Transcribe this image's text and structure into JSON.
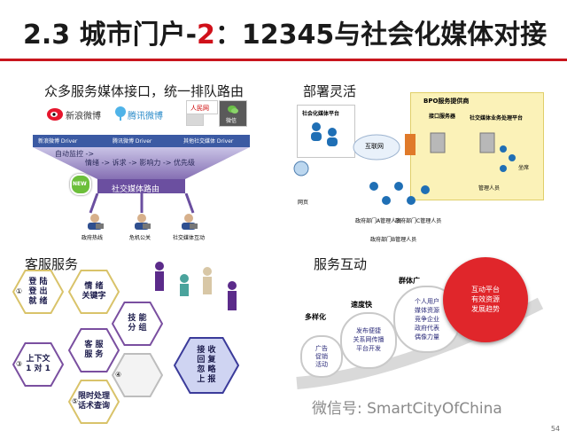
{
  "slide": {
    "title_prefix": "2.3 城市门户-",
    "title_number": "2",
    "title_suffix": "：12345与社会化媒体对接",
    "page_number": "54"
  },
  "panel_interfaces": {
    "heading": "众多服务媒体接口，统一排队路由",
    "logos": {
      "sina": "新浪微博",
      "tencent": "腾讯微博",
      "people": "人民网",
      "wechat": "微信"
    },
    "drivers": [
      "新浪微博 Driver",
      "腾讯微博 Driver",
      "其他社交媒体 Driver"
    ],
    "auto_monitor": "自动监控 ->",
    "pipeline": "情绪 -> 诉求 -> 影响力 -> 优先级",
    "router": "社交媒体路由",
    "new_badge": "NEW",
    "agents": [
      "政府热线",
      "危机公关",
      "社交媒体互动"
    ]
  },
  "panel_deploy": {
    "heading": "部署灵活",
    "social_platform": "社会化媒体平台",
    "bpo": "BPO服务提供商",
    "interface_server": "接口服务器",
    "social_service_platform": "社交媒体业务处理平台",
    "internet": "互联网",
    "seat": "坐席",
    "manager": "管理人员",
    "webpage": "网页",
    "dept_a": "政府部门A管理人员",
    "dept_b": "政府部门B管理人员",
    "dept_c": "政府部门C管理人员"
  },
  "panel_service": {
    "heading": "客服服务",
    "hexes": [
      {
        "num": "①",
        "text": "登 陆\n登 出\n就 绪"
      },
      {
        "num": "",
        "text": "情 绪\n关键字"
      },
      {
        "num": "",
        "text": "技 能\n分 组"
      },
      {
        "num": "",
        "text": "客 服\n服 务"
      },
      {
        "num": "③",
        "text": "上下文\n1 对 1"
      },
      {
        "num": "④",
        "text": ""
      },
      {
        "num": "",
        "text": "接 收\n回 复\n忽 略\n上 报"
      },
      {
        "num": "⑤",
        "text": "限时处理\n话术查询"
      }
    ]
  },
  "panel_interaction": {
    "heading": "服务互动",
    "labels": [
      "多样化",
      "速度快",
      "群体广"
    ],
    "circles": [
      "广告\n促销\n活动",
      "发布便捷\n关系网传播\n平台开发",
      "个人用户\n媒体资源\n竞争企业\n政府代表\n偶像力量",
      "互动平台\n有效资源\n发展趋势"
    ]
  },
  "watermark": "微信号: SmartCityOfChina",
  "colors": {
    "title_red": "#d0101a",
    "rule_red": "#c8161d",
    "funnel_blue": "#3b5aa3",
    "funnel_purple": "#6b4fa0",
    "bpo_yellow": "#fbf2b8",
    "circle_red": "#e0262b"
  }
}
